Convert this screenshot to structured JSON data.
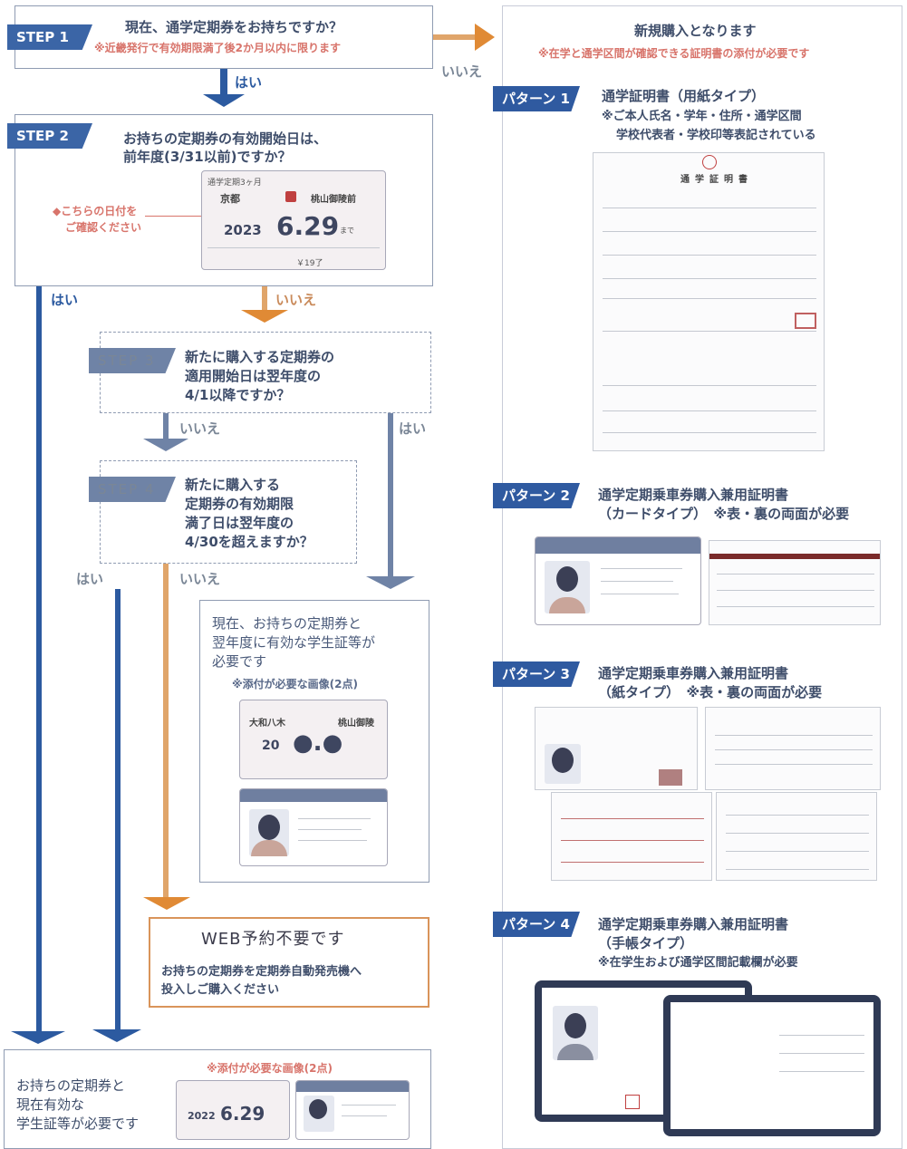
{
  "colors": {
    "blue": "#2c5aa0",
    "orange": "#e08a35",
    "step_grey": "#6f83a6",
    "red_note": "#d8746b"
  },
  "step1": {
    "tag": "STEP 1",
    "question": "現在、通学定期券をお持ちですか？",
    "note": "※近畿発行で有効期限満了後2か月以内に限ります",
    "yes": "はい",
    "no": "いいえ"
  },
  "step2": {
    "tag": "STEP 2",
    "question_line1": "お持ちの定期券の有効開始日は、",
    "question_line2": "前年度(3/31以前)ですか？",
    "callout_line1": "◆こちらの日付を",
    "callout_line2": "ご確認ください",
    "yes": "はい",
    "no": "いいえ",
    "ticket": {
      "header": "通学定期3ヶ月",
      "from": "京都",
      "to": "桃山御陵前",
      "date_prefix": "2023",
      "date": "6.29",
      "suffix": "まで",
      "price": "￥19了"
    }
  },
  "step3": {
    "tag": "STEP 3",
    "line1": "新たに購入する定期券の",
    "line2": "適用開始日は翌年度の",
    "line3": "4/1以降ですか？",
    "no": "いいえ",
    "yes": "はい"
  },
  "step4": {
    "tag": "STEP 4",
    "line1": "新たに購入する",
    "line2": "定期券の有効期限",
    "line3": "満了日は翌年度の",
    "line4": "4/30を超えますか？",
    "yes": "はい",
    "no": "いいえ"
  },
  "result_both": {
    "line1": "現在、お持ちの定期券と",
    "line2": "翌年度に有効な学生証等が",
    "line3": "必要です",
    "note": "※添付が必要な画像(2点)",
    "ticket": {
      "from": "大和八木",
      "to": "桃山御陵",
      "date_prefix": "20",
      "date": "●.●"
    }
  },
  "result_web": {
    "title": "WEB予約不要です",
    "line1": "お持ちの定期券を定期券自動発売機へ",
    "line2": "投入しご購入ください"
  },
  "result_current": {
    "line1": "お持ちの定期券と",
    "line2": "現在有効な",
    "line3": "学生証等が必要です",
    "note": "※添付が必要な画像(2点)",
    "ticket": {
      "date_prefix": "2022",
      "date": "6.29"
    }
  },
  "new_purchase": {
    "title": "新規購入となります",
    "note": "※在学と通学区間が確認できる証明書の添付が必要です"
  },
  "patterns": [
    {
      "tag": "パターン 1",
      "line1": "通学証明書（用紙タイプ）",
      "line2": "※ご本人氏名・学年・住所・通学区間",
      "line3": "学校代表者・学校印等表記されている",
      "doc_title": "通学証明書"
    },
    {
      "tag": "パターン 2",
      "line1": "通学定期乗車券購入兼用証明書",
      "line2": "（カードタイプ）　※表・裏の両面が必要"
    },
    {
      "tag": "パターン 3",
      "line1": "通学定期乗車券購入兼用証明書",
      "line2": "（紙タイプ）　※表・裏の両面が必要"
    },
    {
      "tag": "パターン 4",
      "line1": "通学定期乗車券購入兼用証明書",
      "line2": "（手帳タイプ）",
      "line3": "※在学生および通学区間記載欄が必要"
    }
  ]
}
